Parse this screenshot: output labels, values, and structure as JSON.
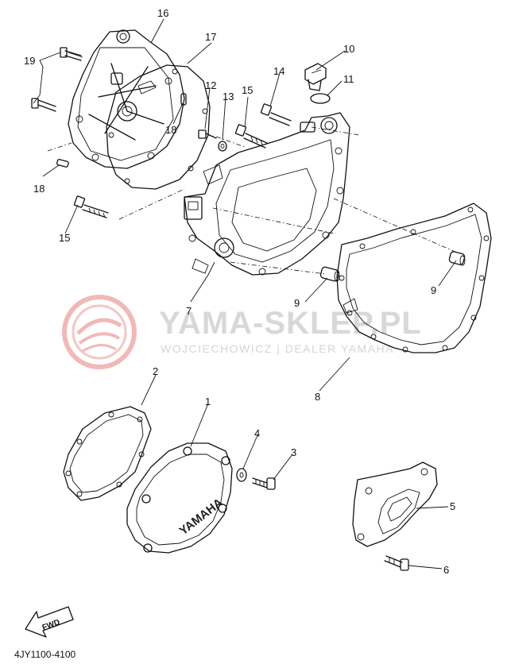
{
  "watermark": {
    "title": "YAMA-SKLEP.PL",
    "subtitle": "WOJCIECHOWICZ | DEALER YAMAHA"
  },
  "diagram": {
    "code": "4JY1100-4100",
    "fwd_label": "FWD",
    "cover_logo": "YAMAHA"
  },
  "callouts": {
    "c1": "1",
    "c2": "2",
    "c3": "3",
    "c4": "4",
    "c5": "5",
    "c6": "6",
    "c7": "7",
    "c8": "8",
    "c9a": "9",
    "c9b": "9",
    "c10": "10",
    "c11": "11",
    "c12": "12",
    "c13": "13",
    "c14": "14",
    "c15a": "15",
    "c15b": "15",
    "c16": "16",
    "c17": "17",
    "c18a": "18",
    "c18b": "18",
    "c19": "19"
  },
  "colors": {
    "watermark_red": "#f0b5b5",
    "watermark_gray": "#d8d8d8",
    "ink": "#111111"
  }
}
